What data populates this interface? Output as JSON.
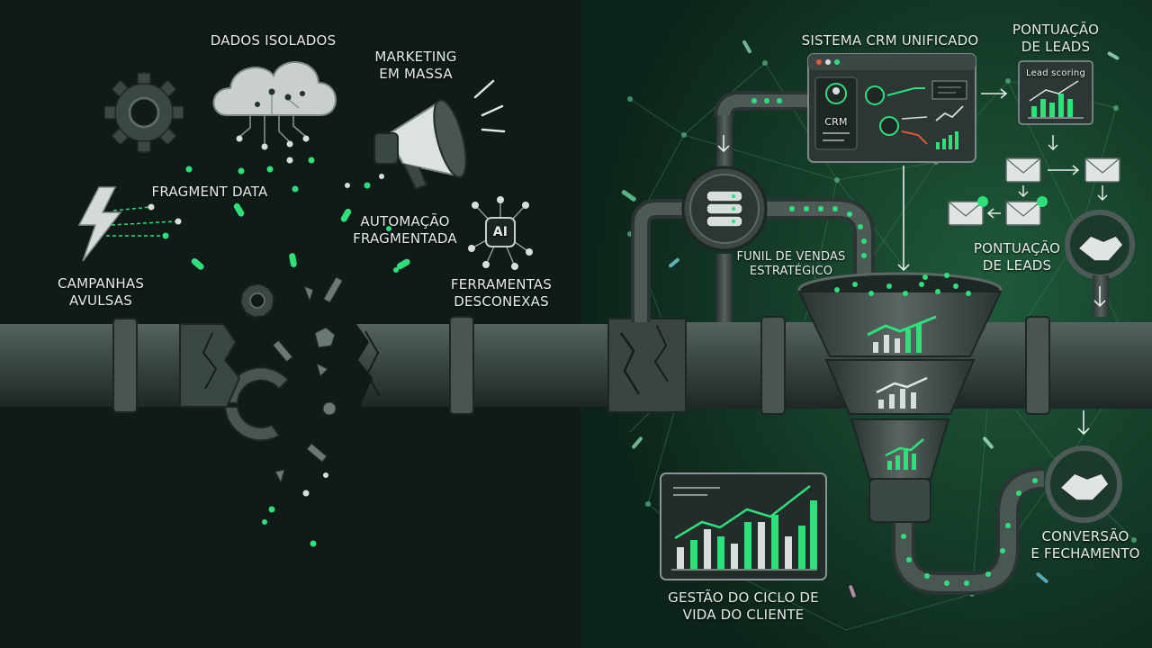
{
  "left": {
    "dados_isolados": "DADOS ISOLADOS",
    "marketing": [
      "MARKETING",
      "EM MASSA"
    ],
    "fragment_data": "FRAGMENT DATA",
    "automacao": [
      "AUTOMAÇÃO",
      "FRAGMENTADA"
    ],
    "campanhas": [
      "CAMPANHAS",
      "AVULSAS"
    ],
    "ferramentas": [
      "FERRAMENTAS",
      "DESCONEXAS"
    ],
    "ai_badge": "AI"
  },
  "right": {
    "crm_title": "SISTEMA CRM UNIFICADO",
    "crm_label": "CRM",
    "pontuacao_top": [
      "PONTUAÇÃO",
      "DE LEADS"
    ],
    "lead_scoring": "Lead scoring",
    "funil": [
      "FUNIL DE VENDAS",
      "ESTRATÉGICO"
    ],
    "pontuacao_mid": [
      "PONTUAÇÃO",
      "DE LEADS"
    ],
    "conversao": [
      "CONVERSÃO",
      "E FECHAMENTO"
    ],
    "gestao": [
      "GESTÃO DO CICLO DE",
      "VIDA DO CLIENTE"
    ]
  },
  "colors": {
    "left_bg": "#101a16",
    "right_bg": "#123526",
    "pipe": "#3a4744",
    "accent": "#2ee07a",
    "warn": "#e0583a"
  }
}
